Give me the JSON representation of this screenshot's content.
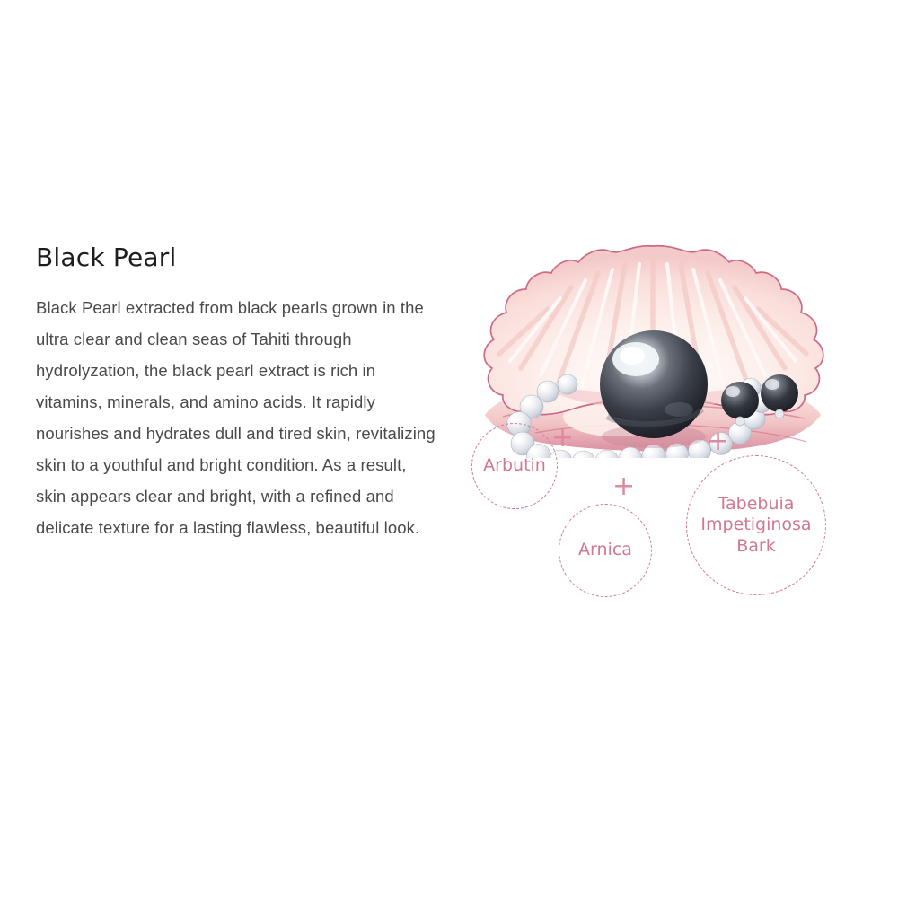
{
  "page": {
    "background_color": "#ffffff",
    "accent_pink": "#d2788f",
    "title_color": "#1d1d1d",
    "body_color": "#4a4a4a"
  },
  "content": {
    "title": "Black Pearl",
    "description": "Black Pearl extracted from black pearls grown in the ultra clear and clean seas of Tahiti through hydrolyzation, the black pearl extract is rich in vitamins, minerals, and amino acids. It rapidly nourishes and hydrates dull and tired skin, revitalizing skin to a youthful and bright condition. As a result, skin appears clear and bright, with a refined and delicate texture for a lasting flawless, beautiful look."
  },
  "illustration": {
    "name": "black-pearl-in-scallop-shell",
    "elements": [
      "scallop-shell",
      "black-pearl",
      "white-pearl-necklace",
      "black-pearl-earrings"
    ],
    "shell_color": "#f7d9d8",
    "shell_outline_color": "#c9637f",
    "pearl_color": "#2e3138"
  },
  "ingredients": [
    {
      "label": "Arbutin",
      "separator": "+"
    },
    {
      "label": "Arnica",
      "separator": "+"
    },
    {
      "label": "Tabebuia\nImpetiginosa\nBark",
      "separator": "+"
    }
  ]
}
